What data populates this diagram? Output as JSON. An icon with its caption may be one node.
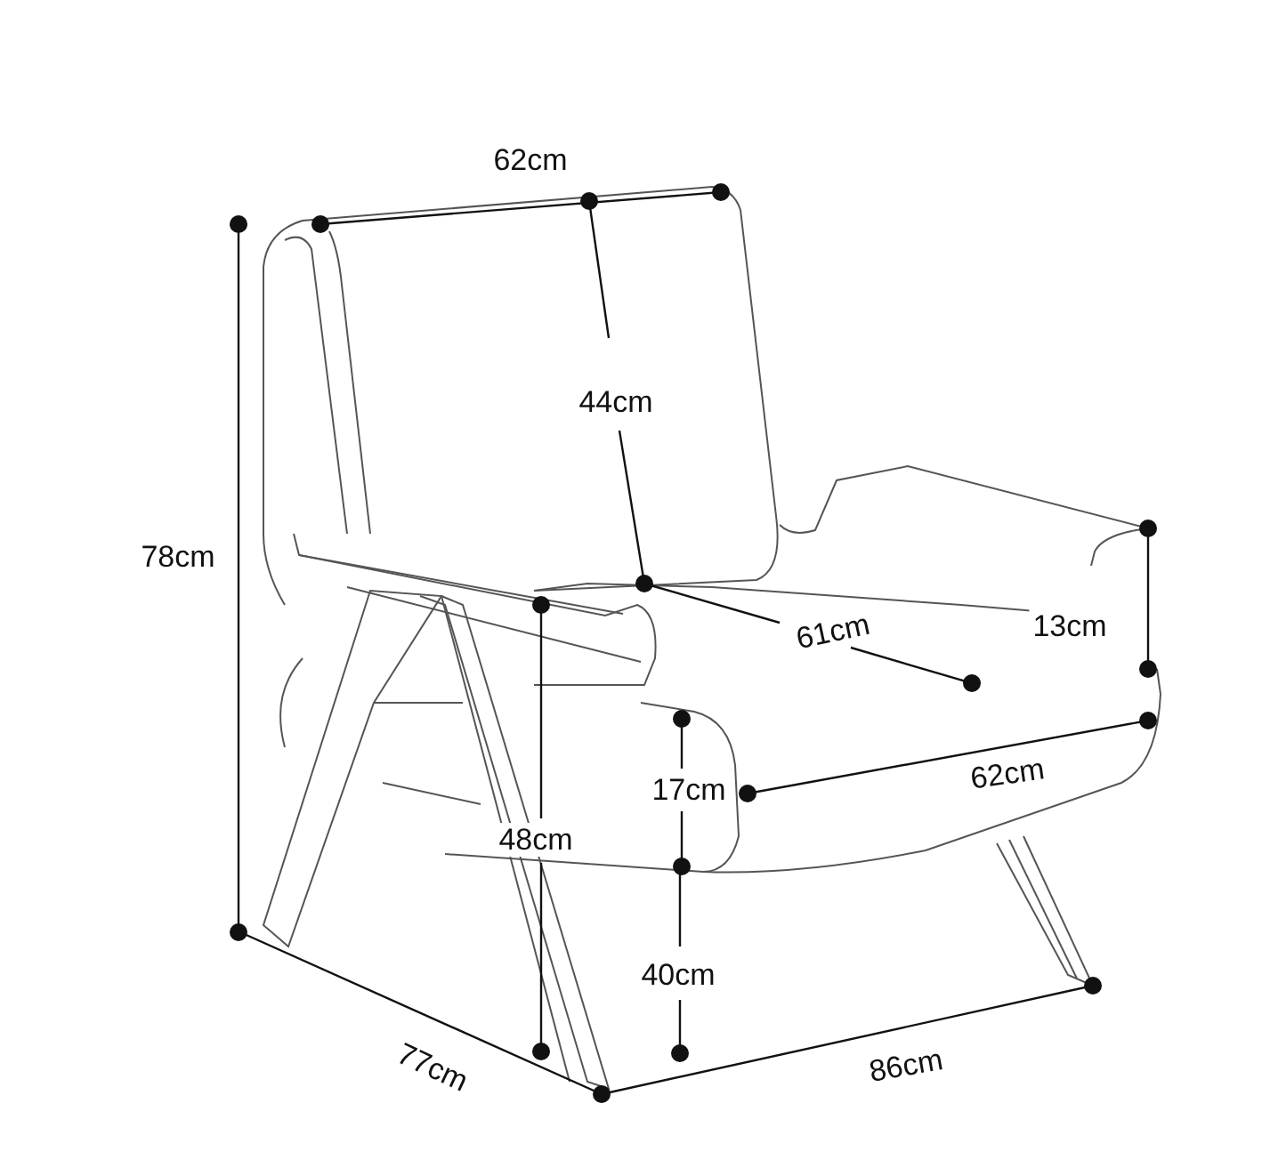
{
  "diagram": {
    "labels": [
      "62cm",
      "44cm",
      "78cm",
      "61cm",
      "13cm",
      "17cm",
      "62cm",
      "48cm",
      "40cm",
      "77cm",
      "86cm"
    ]
  }
}
